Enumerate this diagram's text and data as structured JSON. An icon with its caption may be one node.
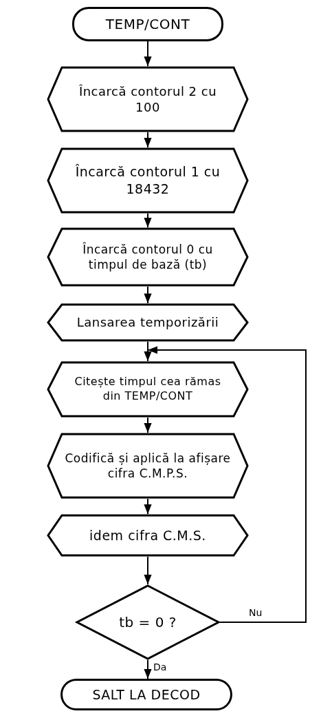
{
  "diagram": {
    "nodes": [
      {
        "text": [
          "TEMP/CONT"
        ]
      },
      {
        "text": [
          "Încarcă contorul 2 cu 100"
        ]
      },
      {
        "text": [
          "Încarcă contorul 1 cu 18432"
        ]
      },
      {
        "text": [
          "Încarcă contorul 0 cu timpul de bază (tb)"
        ]
      },
      {
        "text": [
          "Lansarea temporizării"
        ]
      },
      {
        "text": [
          "Citește timpul cea rămas din TEMP/CONT"
        ]
      },
      {
        "text": [
          "Codifică și aplică la afișare cifra C.M.P.S."
        ]
      },
      {
        "text": [
          "idem cifra C.M.S."
        ]
      },
      {
        "text": [
          "tb = 0 ?"
        ]
      },
      {
        "text": [
          "SALT LA DECOD"
        ]
      }
    ],
    "edges": [
      {
        "from": 0,
        "to": 1,
        "arrow": "to"
      },
      {
        "from": 1,
        "to": 2,
        "arrow": "to"
      },
      {
        "from": 2,
        "to": 3,
        "arrow": "to"
      },
      {
        "from": 3,
        "to": 4,
        "arrow": "to"
      },
      {
        "from": 4,
        "to": 5,
        "arrow": "to"
      },
      {
        "from": 5,
        "to": 6,
        "arrow": "to"
      },
      {
        "from": 6,
        "to": 7,
        "arrow": "to"
      },
      {
        "from": 7,
        "to": 8,
        "arrow": "to"
      },
      {
        "from": 8,
        "to": 9,
        "arrow": "to",
        "label": "Da"
      },
      {
        "from": 8,
        "to": 5,
        "arrow": "to",
        "label": "Nu"
      }
    ]
  }
}
